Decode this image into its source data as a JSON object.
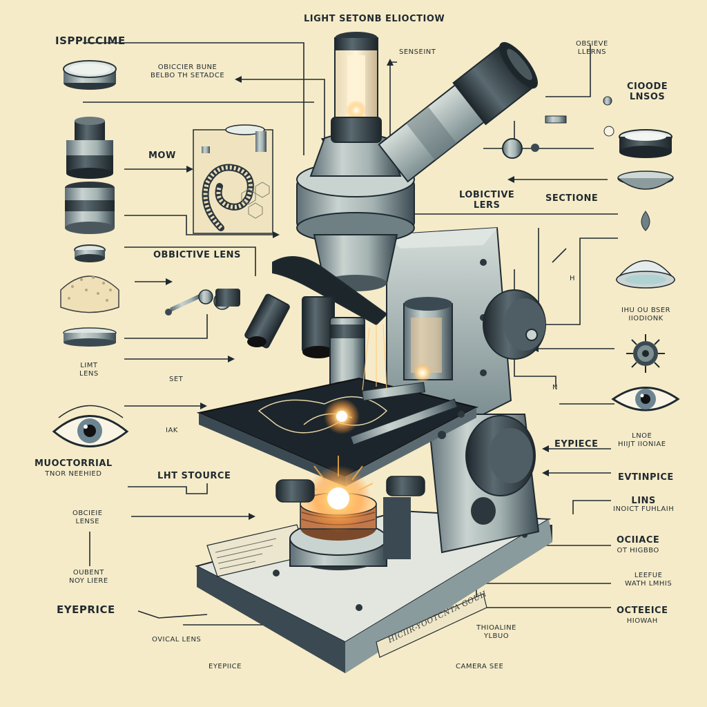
{
  "labels": {
    "top_title": "LIGHT SETONB ELIOCTIOW",
    "top_left": "ISPPICCIME",
    "objective_bune": [
      "OBICCIER BUNE",
      "BELBO TH SETADCE"
    ],
    "sensent": "SENSEINT",
    "obsieve_llerns": [
      "OBSIEVE",
      "LLERNS"
    ],
    "cioode_lnsos": [
      "CIOODE",
      "LNSOS"
    ],
    "mow": "MOW",
    "objective_lens_left": "OBBICTIVE LENS",
    "lobictive_lers": [
      "LOBICTIVE",
      "LERS"
    ],
    "sectione": "SECTIONE",
    "h_mark": "H",
    "ihu_osber": [
      "IHU OU BSER",
      "IIODIONK"
    ],
    "limt_lens": [
      "LIMT",
      "LENS"
    ],
    "set": "SET",
    "n_mark": "N",
    "iak": "IAK",
    "eypiece": "EYPIECE",
    "lnoe": [
      "LNOE",
      "HIIJT IIONIAE"
    ],
    "muoctorrial": [
      "MUOCTORRIAL",
      "TNOR NEEHIED"
    ],
    "light_source": "LHT STOURCE",
    "evtinpice": "EVTINPICE",
    "lins": [
      "LINS",
      "INOICT FUHLAIH"
    ],
    "obcieie_lense": [
      "OBCIEIE",
      "LENSE"
    ],
    "ociiace": [
      "OCIIACE",
      "OT HIGBBO"
    ],
    "oubent": [
      "OUBENT",
      "NOY LIERE"
    ],
    "leefue": [
      "LEEFUE",
      "WATH LMHIS"
    ],
    "eyeprice": "EYEPRICE",
    "octeeice": [
      "OCTEEICE",
      "HIOWAH"
    ],
    "ovical_lens": "OVICAL LENS",
    "thioaline": [
      "THIOALINE",
      "YLBUO"
    ],
    "eyepiice": "EYEPIICE",
    "camera_see": "CAMERA SEE",
    "base_plate": "HICIIR-YOOTCNTA GOUH"
  },
  "colors": {
    "background": "#f6ebc8",
    "ink": "#1f2a30",
    "metal_light": "#c9d3d0",
    "metal_mid": "#8fa0a2",
    "metal_dark": "#3b4a52",
    "glow": "#ffb347"
  }
}
